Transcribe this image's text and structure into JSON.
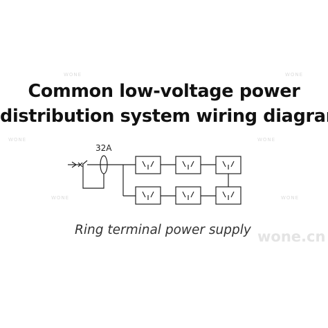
{
  "title": {
    "line1": "Common low-voltage power",
    "line2": "distribution system wiring diagram"
  },
  "diagram": {
    "breaker_rating": "32A",
    "top_row_outlets": [
      "outlet-1",
      "outlet-2",
      "outlet-3"
    ],
    "bottom_row_outlets": [
      "outlet-4",
      "outlet-5",
      "outlet-6"
    ]
  },
  "caption": "Ring terminal power supply",
  "watermarks": {
    "small": "WONE",
    "domain": "wone.cn"
  },
  "colors": {
    "line": "#222222",
    "text": "#111111",
    "watermark": "#dcdcdc"
  }
}
